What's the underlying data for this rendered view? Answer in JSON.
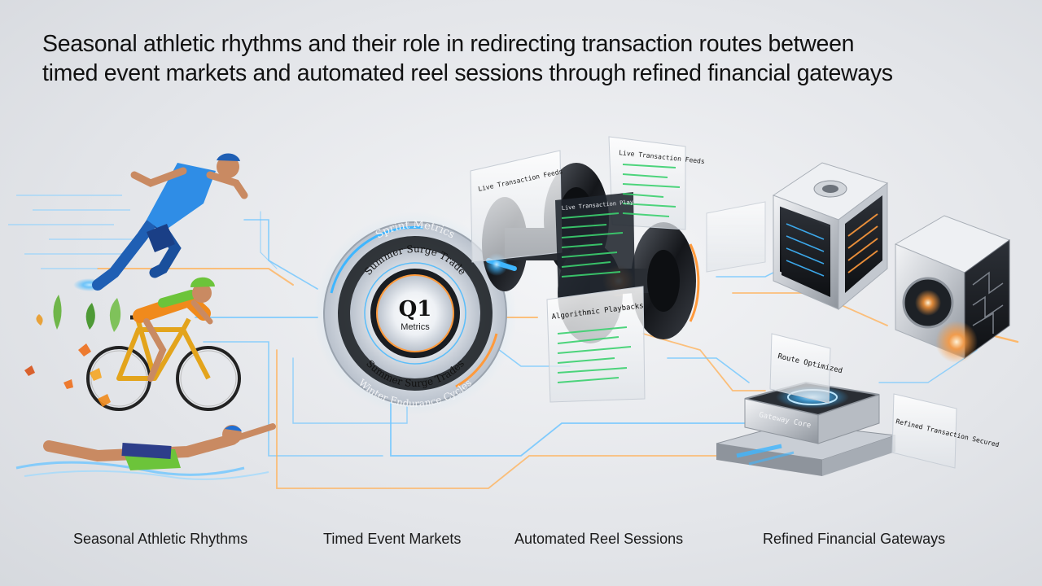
{
  "title": {
    "line1": "Seasonal athletic rhythms and their role in redirecting transaction routes between",
    "line2": "timed event markets and automated reel sessions through refined financial gateways"
  },
  "captions": {
    "athletic": "Seasonal Athletic Rhythms",
    "markets": "Timed Event Markets",
    "reels": "Automated Reel Sessions",
    "gateways": "Refined Financial Gateways"
  },
  "dial": {
    "center_big": "Q1",
    "center_small": "Metrics",
    "ring_top": "Sprint Metrics",
    "ring_upper_inner": "Summer Surge Trade",
    "ring_lower_inner": "Summer Surge Trades",
    "ring_bottom": "Winter Endurance Cycles"
  },
  "reel_panels": {
    "feed_left": "Live Transaction Feeds",
    "feed_right": "Live Transaction Feeds",
    "feed_mid": "Live Transaction Playbacks",
    "algo": "Algorithmic Playbacks"
  },
  "gateway_panels": {
    "route": "Route Optimized",
    "core": "Gateway Core",
    "refined": "Refined Transaction Secured"
  },
  "colors": {
    "glow_blue": "#3fb6ff",
    "glow_orange": "#ff9a3c",
    "code_green": "#3bd16f"
  }
}
